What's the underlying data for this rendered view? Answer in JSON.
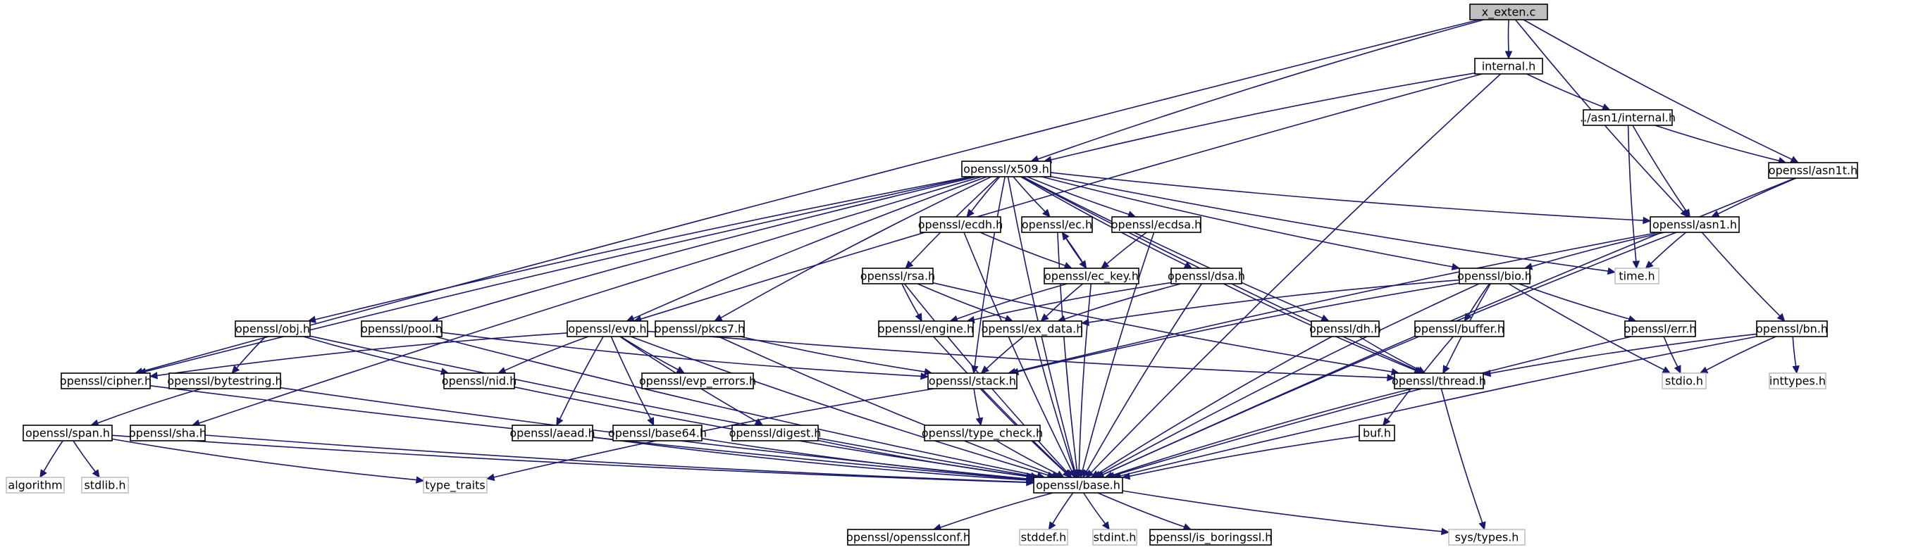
{
  "graph": {
    "edge_color": "#191970",
    "root_fill": "#bfbfbf",
    "nodes": [
      {
        "id": "root",
        "label": "x_exten.c",
        "kind": "root"
      },
      {
        "id": "internal",
        "label": "internal.h",
        "kind": "link"
      },
      {
        "id": "asn1internal",
        "label": "../asn1/internal.h",
        "kind": "link"
      },
      {
        "id": "asn1t",
        "label": "openssl/asn1t.h",
        "kind": "link"
      },
      {
        "id": "x509",
        "label": "openssl/x509.h",
        "kind": "link"
      },
      {
        "id": "asn1",
        "label": "openssl/asn1.h",
        "kind": "link"
      },
      {
        "id": "time",
        "label": "time.h",
        "kind": "system"
      },
      {
        "id": "ecdh",
        "label": "openssl/ecdh.h",
        "kind": "link"
      },
      {
        "id": "ec",
        "label": "openssl/ec.h",
        "kind": "link"
      },
      {
        "id": "ecdsa",
        "label": "openssl/ecdsa.h",
        "kind": "link"
      },
      {
        "id": "eckey",
        "label": "openssl/ec_key.h",
        "kind": "link"
      },
      {
        "id": "rsa",
        "label": "openssl/rsa.h",
        "kind": "link"
      },
      {
        "id": "dsa",
        "label": "openssl/dsa.h",
        "kind": "link"
      },
      {
        "id": "bio",
        "label": "openssl/bio.h",
        "kind": "link"
      },
      {
        "id": "obj",
        "label": "openssl/obj.h",
        "kind": "link"
      },
      {
        "id": "pool",
        "label": "openssl/pool.h",
        "kind": "link"
      },
      {
        "id": "evp",
        "label": "openssl/evp.h",
        "kind": "link"
      },
      {
        "id": "pkcs7",
        "label": "openssl/pkcs7.h",
        "kind": "link"
      },
      {
        "id": "engine",
        "label": "openssl/engine.h",
        "kind": "link"
      },
      {
        "id": "exdata",
        "label": "openssl/ex_data.h",
        "kind": "link"
      },
      {
        "id": "dh",
        "label": "openssl/dh.h",
        "kind": "link"
      },
      {
        "id": "buffer",
        "label": "openssl/buffer.h",
        "kind": "link"
      },
      {
        "id": "err",
        "label": "openssl/err.h",
        "kind": "link"
      },
      {
        "id": "bn",
        "label": "openssl/bn.h",
        "kind": "link"
      },
      {
        "id": "cipher",
        "label": "openssl/cipher.h",
        "kind": "link"
      },
      {
        "id": "bytestring",
        "label": "openssl/bytestring.h",
        "kind": "link"
      },
      {
        "id": "nid",
        "label": "openssl/nid.h",
        "kind": "link"
      },
      {
        "id": "evperrors",
        "label": "openssl/evp_errors.h",
        "kind": "link"
      },
      {
        "id": "stack",
        "label": "openssl/stack.h",
        "kind": "link"
      },
      {
        "id": "thread",
        "label": "openssl/thread.h",
        "kind": "link"
      },
      {
        "id": "stdio",
        "label": "stdio.h",
        "kind": "system"
      },
      {
        "id": "inttypes",
        "label": "inttypes.h",
        "kind": "system"
      },
      {
        "id": "span",
        "label": "openssl/span.h",
        "kind": "link"
      },
      {
        "id": "sha",
        "label": "openssl/sha.h",
        "kind": "link"
      },
      {
        "id": "aead",
        "label": "openssl/aead.h",
        "kind": "link"
      },
      {
        "id": "base64",
        "label": "openssl/base64.h",
        "kind": "link"
      },
      {
        "id": "digest",
        "label": "openssl/digest.h",
        "kind": "link"
      },
      {
        "id": "typecheck",
        "label": "openssl/type_check.h",
        "kind": "link"
      },
      {
        "id": "buf",
        "label": "buf.h",
        "kind": "link"
      },
      {
        "id": "algorithm",
        "label": "algorithm",
        "kind": "system"
      },
      {
        "id": "stdlib",
        "label": "stdlib.h",
        "kind": "system"
      },
      {
        "id": "typetraits",
        "label": "type_traits",
        "kind": "system"
      },
      {
        "id": "base",
        "label": "openssl/base.h",
        "kind": "link"
      },
      {
        "id": "opensslconf",
        "label": "openssl/opensslconf.h",
        "kind": "link"
      },
      {
        "id": "stddef",
        "label": "stddef.h",
        "kind": "system"
      },
      {
        "id": "stdint",
        "label": "stdint.h",
        "kind": "system"
      },
      {
        "id": "isboringssl",
        "label": "openssl/is_boringssl.h",
        "kind": "link"
      },
      {
        "id": "systypes",
        "label": "sys/types.h",
        "kind": "system"
      }
    ],
    "edges": [
      [
        "root",
        "internal"
      ],
      [
        "root",
        "x509"
      ],
      [
        "root",
        "asn1"
      ],
      [
        "root",
        "asn1t"
      ],
      [
        "root",
        "cipher"
      ],
      [
        "internal",
        "x509"
      ],
      [
        "internal",
        "asn1internal"
      ],
      [
        "internal",
        "evp"
      ],
      [
        "internal",
        "base"
      ],
      [
        "asn1internal",
        "asn1"
      ],
      [
        "asn1internal",
        "asn1t"
      ],
      [
        "asn1internal",
        "time"
      ],
      [
        "asn1t",
        "asn1"
      ],
      [
        "asn1t",
        "base"
      ],
      [
        "x509",
        "asn1"
      ],
      [
        "x509",
        "ecdh"
      ],
      [
        "x509",
        "ec"
      ],
      [
        "x509",
        "ecdsa"
      ],
      [
        "x509",
        "rsa"
      ],
      [
        "x509",
        "dsa"
      ],
      [
        "x509",
        "bio"
      ],
      [
        "x509",
        "obj"
      ],
      [
        "x509",
        "pool"
      ],
      [
        "x509",
        "evp"
      ],
      [
        "x509",
        "pkcs7"
      ],
      [
        "x509",
        "dh"
      ],
      [
        "x509",
        "cipher"
      ],
      [
        "x509",
        "sha"
      ],
      [
        "x509",
        "stack"
      ],
      [
        "x509",
        "thread"
      ],
      [
        "x509",
        "time"
      ],
      [
        "x509",
        "base"
      ],
      [
        "asn1",
        "bio"
      ],
      [
        "asn1",
        "bn"
      ],
      [
        "asn1",
        "time"
      ],
      [
        "asn1",
        "stack"
      ],
      [
        "asn1",
        "base"
      ],
      [
        "ecdh",
        "eckey"
      ],
      [
        "ecdh",
        "base"
      ],
      [
        "ec",
        "eckey"
      ],
      [
        "ec",
        "base"
      ],
      [
        "ecdsa",
        "eckey"
      ],
      [
        "ecdsa",
        "base"
      ],
      [
        "eckey",
        "ec"
      ],
      [
        "eckey",
        "engine"
      ],
      [
        "eckey",
        "exdata"
      ],
      [
        "eckey",
        "base"
      ],
      [
        "rsa",
        "engine"
      ],
      [
        "rsa",
        "exdata"
      ],
      [
        "rsa",
        "thread"
      ],
      [
        "rsa",
        "base"
      ],
      [
        "dsa",
        "engine"
      ],
      [
        "dsa",
        "exdata"
      ],
      [
        "dsa",
        "thread"
      ],
      [
        "dsa",
        "base"
      ],
      [
        "bio",
        "buffer"
      ],
      [
        "bio",
        "err"
      ],
      [
        "bio",
        "exdata"
      ],
      [
        "bio",
        "stack"
      ],
      [
        "bio",
        "thread"
      ],
      [
        "bio",
        "stdio"
      ],
      [
        "bio",
        "base"
      ],
      [
        "obj",
        "bytestring"
      ],
      [
        "obj",
        "nid"
      ],
      [
        "obj",
        "base"
      ],
      [
        "pool",
        "stack"
      ],
      [
        "pool",
        "base"
      ],
      [
        "evp",
        "cipher"
      ],
      [
        "evp",
        "nid"
      ],
      [
        "evp",
        "evperrors"
      ],
      [
        "evp",
        "aead"
      ],
      [
        "evp",
        "base64"
      ],
      [
        "evp",
        "digest"
      ],
      [
        "evp",
        "thread"
      ],
      [
        "evp",
        "base"
      ],
      [
        "pkcs7",
        "stack"
      ],
      [
        "pkcs7",
        "base"
      ],
      [
        "engine",
        "base"
      ],
      [
        "exdata",
        "stack"
      ],
      [
        "exdata",
        "base"
      ],
      [
        "dh",
        "thread"
      ],
      [
        "dh",
        "base"
      ],
      [
        "buffer",
        "buf"
      ],
      [
        "err",
        "stdio"
      ],
      [
        "err",
        "base"
      ],
      [
        "bn",
        "inttypes"
      ],
      [
        "bn",
        "stdio"
      ],
      [
        "bn",
        "thread"
      ],
      [
        "bn",
        "base"
      ],
      [
        "cipher",
        "base"
      ],
      [
        "bytestring",
        "span"
      ],
      [
        "bytestring",
        "base"
      ],
      [
        "nid",
        "base"
      ],
      [
        "stack",
        "typecheck"
      ],
      [
        "stack",
        "typetraits"
      ],
      [
        "stack",
        "base"
      ],
      [
        "thread",
        "systypes"
      ],
      [
        "thread",
        "base"
      ],
      [
        "span",
        "algorithm"
      ],
      [
        "span",
        "stdlib"
      ],
      [
        "span",
        "typetraits"
      ],
      [
        "span",
        "base"
      ],
      [
        "sha",
        "base"
      ],
      [
        "aead",
        "base"
      ],
      [
        "base64",
        "base"
      ],
      [
        "digest",
        "base"
      ],
      [
        "typecheck",
        "base"
      ],
      [
        "buf",
        "base"
      ],
      [
        "base",
        "opensslconf"
      ],
      [
        "base",
        "stddef"
      ],
      [
        "base",
        "stdint"
      ],
      [
        "base",
        "isboringssl"
      ],
      [
        "base",
        "systypes"
      ]
    ]
  }
}
